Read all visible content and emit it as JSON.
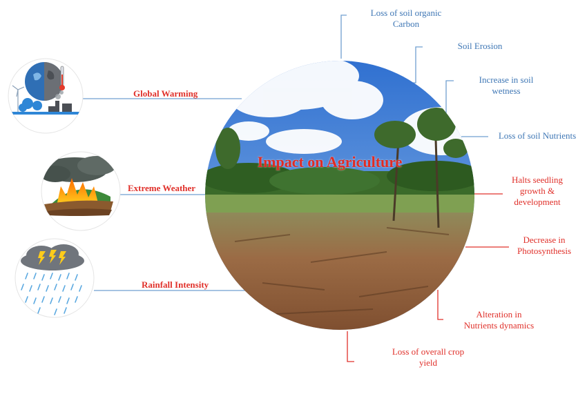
{
  "title": "Impact on Agriculture",
  "causes": [
    {
      "label": "Global Warming",
      "icon": "global-warming-icon"
    },
    {
      "label": "Extreme Weather",
      "icon": "wildfire-storm-icon"
    },
    {
      "label": "Rainfall Intensity",
      "icon": "rain-cloud-icon"
    }
  ],
  "soil_effects": [
    {
      "line1": "Loss of soil organic",
      "line2": "Carbon"
    },
    {
      "line1": "Soil Erosion"
    },
    {
      "line1": "Increase in soil",
      "line2": "wetness"
    },
    {
      "line1": "Loss of soil Nutrients"
    }
  ],
  "crop_effects": [
    {
      "line1": "Halts seedling",
      "line2": "growth &",
      "line3": "development"
    },
    {
      "line1": "Decrease in",
      "line2": "Photosynthesis"
    },
    {
      "line1": "Alteration in",
      "line2": "Nutrients dynamics"
    },
    {
      "line1": "Loss of overall crop",
      "line2": "yield"
    }
  ],
  "colors": {
    "soil_effect": "#3f77b5",
    "crop_effect": "#e0302a",
    "connector_blue": "#6f9fd0",
    "connector_red": "#e0302a"
  }
}
